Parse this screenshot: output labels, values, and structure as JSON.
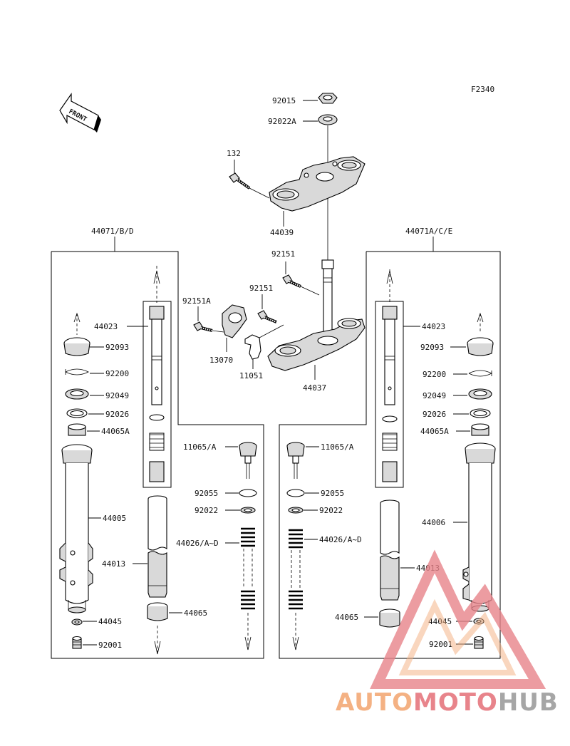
{
  "figure_code": "F2340",
  "front_label": "FRONT",
  "watermark": {
    "part1": "AUTO",
    "part2": "MOTO",
    "part3": "HUB",
    "color1": "#f4b183",
    "color2": "#e8848b",
    "color3": "#a6a6a6"
  },
  "groups": {
    "left": "44071/B/D",
    "right": "44071A/C/E"
  },
  "top_parts": {
    "p92015": "92015",
    "p92022A": "92022A",
    "p132": "132",
    "p44039": "44039",
    "p92151_top": "92151",
    "p92151_mid": "92151",
    "p92151A": "92151A",
    "p13070": "13070",
    "p11051": "11051",
    "p44037": "44037"
  },
  "left_parts": {
    "p44023": "44023",
    "p92093": "92093",
    "p92200": "92200",
    "p92049": "92049",
    "p92026": "92026",
    "p44065A": "44065A",
    "p44005": "44005",
    "p44013": "44013",
    "p44045": "44045",
    "p92001": "92001",
    "p44065": "44065",
    "p11065": "11065/A",
    "p92055": "92055",
    "p92022": "92022",
    "p44026": "44026/A~D"
  },
  "right_parts": {
    "p44023": "44023",
    "p92093": "92093",
    "p92200": "92200",
    "p92049": "92049",
    "p92026": "92026",
    "p44065A": "44065A",
    "p44006": "44006",
    "p44013": "44013",
    "p44045": "44045",
    "p92001": "92001",
    "p44065": "44065",
    "p11065": "11065/A",
    "p92055": "92055",
    "p92022": "92022",
    "p44026": "44026/A~D"
  }
}
